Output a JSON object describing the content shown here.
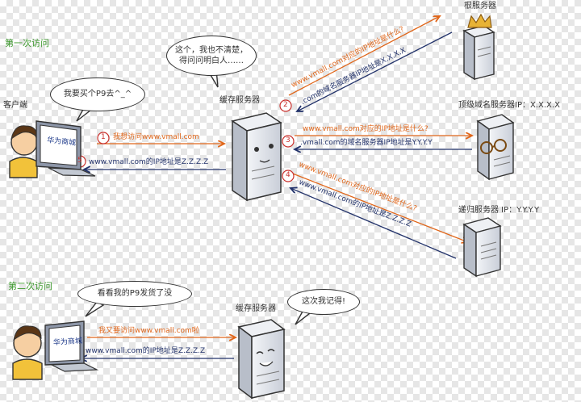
{
  "first_visit": {
    "title": "第一次访问",
    "client_label": "客户端",
    "client_bubble": "我要买个P9去^_^",
    "cache_label": "缓存服务器",
    "cache_bubble": "这个，我也不清楚，得问问明白人……",
    "root_label": "根服务器",
    "tld_label": "顶级域名服务器IP：X.X.X.X",
    "recursive_label": "递归服务器 IP：Y.Y.Y.Y",
    "screen_text": "华为商城",
    "steps": [
      {
        "num": "1",
        "text": "我想访问www.vmall.com"
      },
      {
        "num": "2",
        "question": "www.vmall.com对应的IP地址是什么?",
        "answer": ".com的域名服务器IP地址是X.X.X.X"
      },
      {
        "num": "3",
        "question": "www.vmall.com对应的IP地址是什么?",
        "answer": ".vmall.com的域名服务器IP地址是Y.Y.Y.Y"
      },
      {
        "num": "4",
        "question": "www.vmall.com对应的IP地址是什么?",
        "answer": "www.vmall.com的IP地址是Z.Z.Z.Z"
      },
      {
        "num": "5",
        "text": "www.vmall.com的IP地址是Z.Z.Z.Z"
      }
    ]
  },
  "second_visit": {
    "title": "第二次访问",
    "client_bubble": "看看我的P9发货了没",
    "cache_label": "缓存服务器",
    "cache_bubble": "这次我记得!",
    "screen_text": "华为商城",
    "request": "我又要访问www.vmall.com啦",
    "response": "www.vmall.com的IP地址是Z.Z.Z.Z"
  },
  "colors": {
    "request": "#e0661a",
    "response": "#23336b",
    "heading": "#3e9a2e",
    "server": "#dfe3ea"
  },
  "icons": [
    "person",
    "monitor",
    "server-tower",
    "crown",
    "glasses"
  ]
}
